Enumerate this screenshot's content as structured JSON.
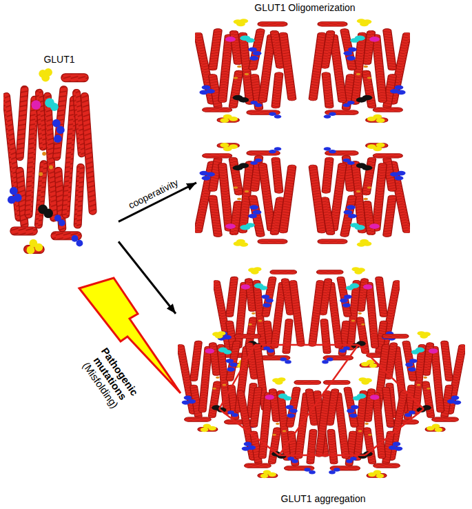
{
  "diagram": {
    "nodes": [
      {
        "text": [
          "GLUT1"
        ]
      },
      {
        "text": [
          "GLUT1 Oligomerization"
        ]
      },
      {
        "text": [
          "GLUT1 aggregation"
        ]
      }
    ],
    "edges": [
      {
        "from": 0,
        "to": 1,
        "arrow": "to",
        "label": "cooperativity"
      },
      {
        "from": 0,
        "to": 2,
        "arrow": "to"
      }
    ],
    "labels": [
      "Pathogenic mutations",
      "(Misfolding)"
    ]
  }
}
